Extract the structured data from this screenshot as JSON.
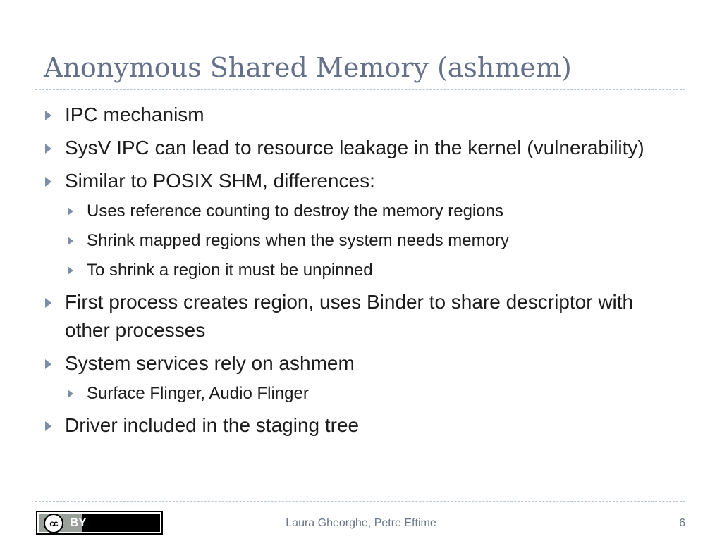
{
  "slide": {
    "title": "Anonymous Shared Memory (ashmem)",
    "bullets": [
      {
        "text": "IPC mechanism",
        "sub": []
      },
      {
        "text": "SysV IPC can lead to resource leakage in the kernel (vulnerability)",
        "sub": []
      },
      {
        "text": "Similar to POSIX SHM, differences:",
        "sub": [
          "Uses reference counting to destroy the memory regions",
          "Shrink mapped regions when the system needs memory",
          "To shrink a region it must be unpinned"
        ]
      },
      {
        "text": "First process creates region, uses Binder to share descriptor with other processes",
        "sub": []
      },
      {
        "text": "System services rely on ashmem",
        "sub": [
          "Surface Flinger, Audio Flinger"
        ]
      },
      {
        "text": "Driver included in the staging tree",
        "sub": []
      }
    ]
  },
  "footer": {
    "license_cc": "cc",
    "license_by": "BY",
    "authors": "Laura Gheorghe, Petre Eftime",
    "page_number": "6"
  },
  "colors": {
    "title": "#65708a",
    "bullet": "#7b8ea6",
    "text": "#1c1c1c",
    "footer_text": "#6b7689",
    "rule": "#b7c4d2"
  },
  "icons": {
    "bullet": "triangle-right-icon",
    "license": "creative-commons-by-icon"
  }
}
